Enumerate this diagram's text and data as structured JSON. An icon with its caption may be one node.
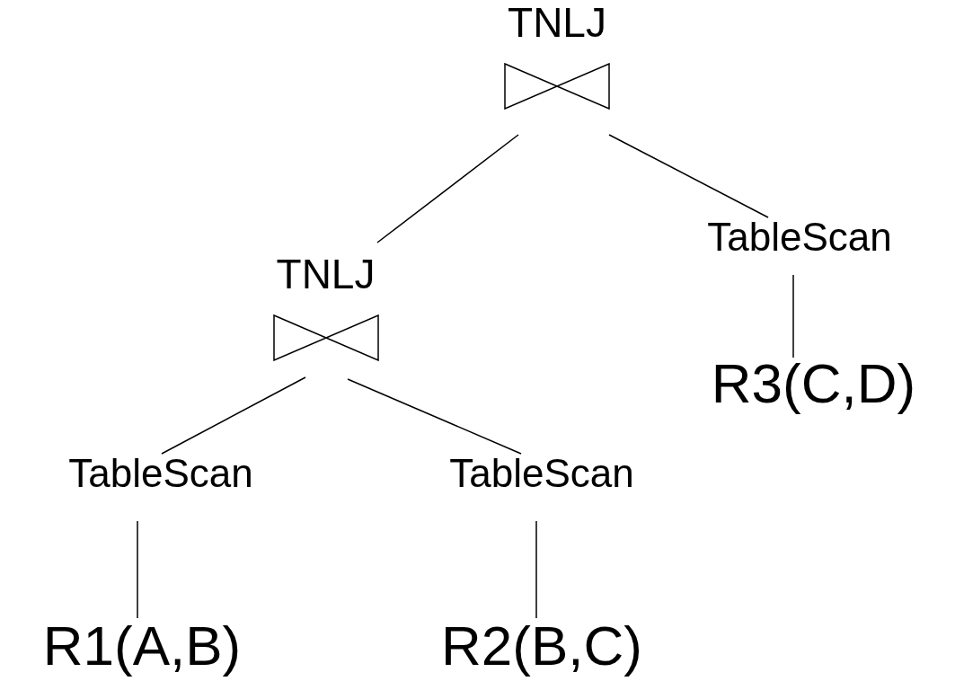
{
  "diagram": {
    "nodes": [
      {
        "text": [
          "TNLJ"
        ]
      },
      {
        "text": [
          "TNLJ"
        ]
      },
      {
        "text": [
          "TableScan"
        ]
      },
      {
        "text": [
          "R3(C,D)"
        ]
      },
      {
        "text": [
          "TableScan"
        ]
      },
      {
        "text": [
          "TableScan"
        ]
      },
      {
        "text": [
          "R1(A,B)"
        ]
      },
      {
        "text": [
          "R2(B,C)"
        ]
      }
    ],
    "edges": [
      {
        "from": 0,
        "to": 1,
        "arrow": "none"
      },
      {
        "from": 0,
        "to": 2,
        "arrow": "none"
      },
      {
        "from": 2,
        "to": 3,
        "arrow": "none"
      },
      {
        "from": 1,
        "to": 4,
        "arrow": "none"
      },
      {
        "from": 1,
        "to": 5,
        "arrow": "none"
      },
      {
        "from": 4,
        "to": 6,
        "arrow": "none"
      },
      {
        "from": 5,
        "to": 7,
        "arrow": "none"
      }
    ]
  }
}
